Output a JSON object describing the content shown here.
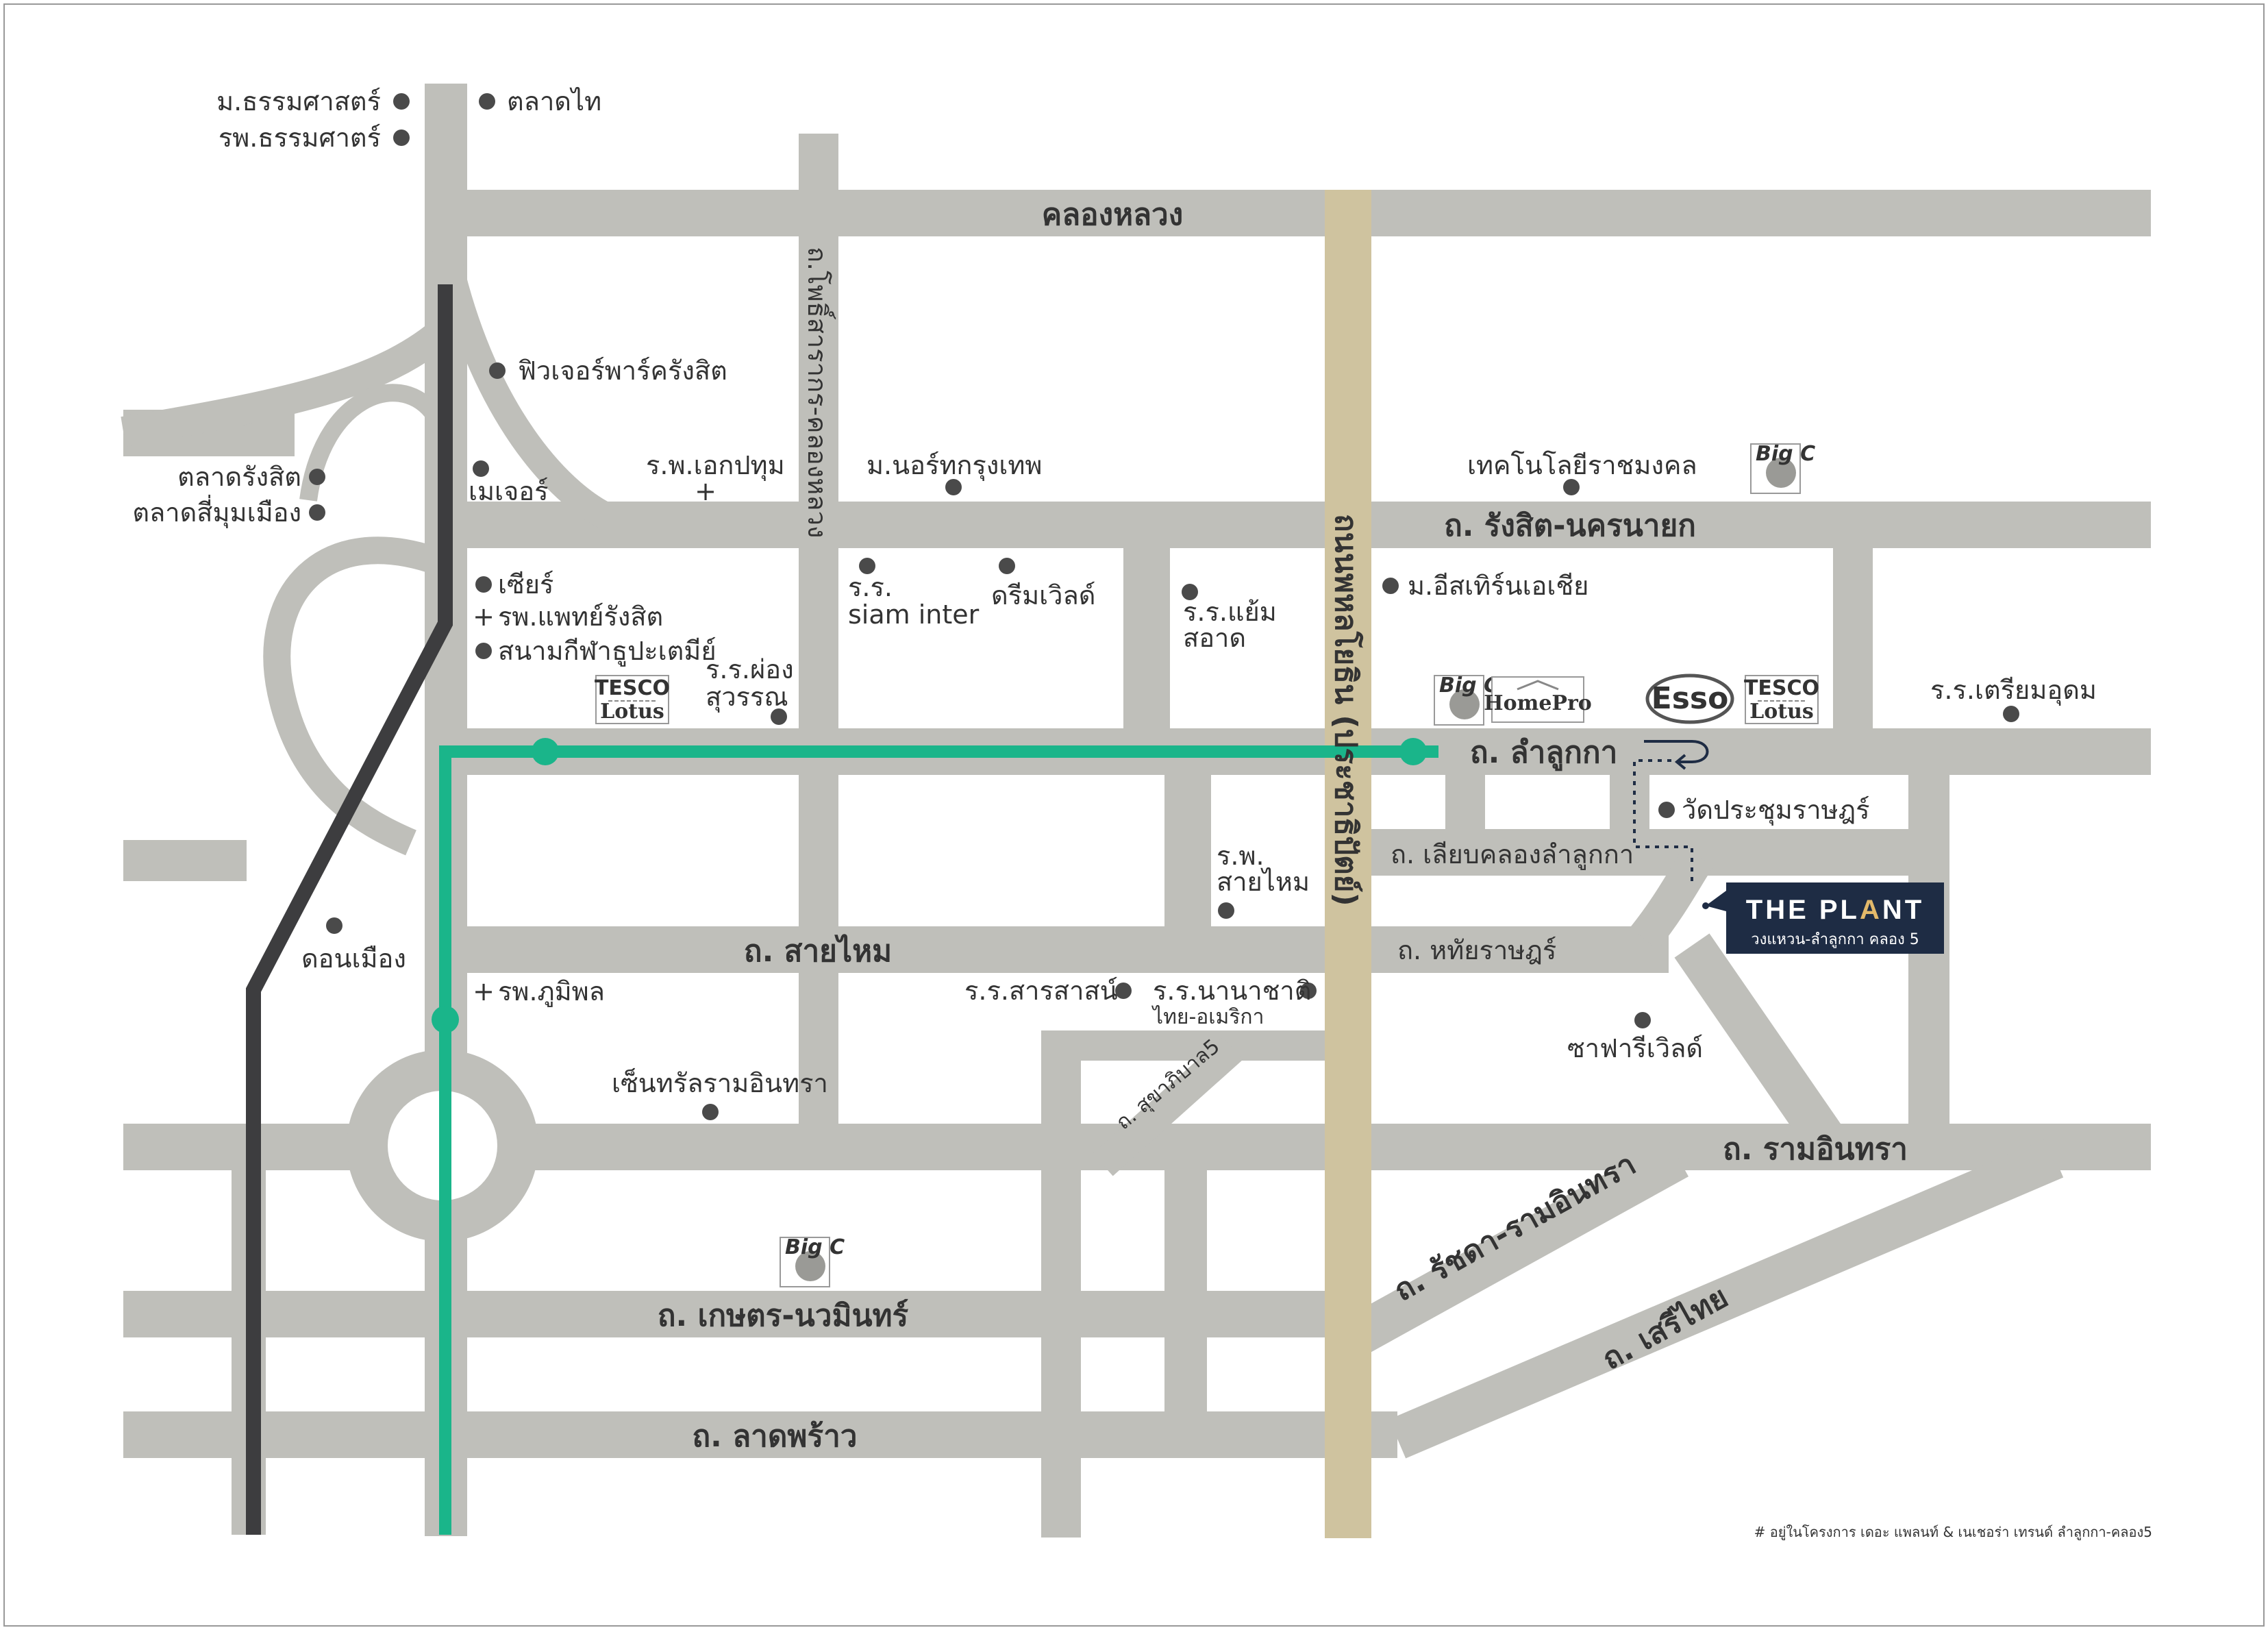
{
  "roads": {
    "klong_luang": "คลองหลวง",
    "phahonyothin": "ถนนพหลโยธิน (ประชาธิปัตย์)",
    "rangsit_nakhon_nayok": "ถ. รังสิต-นครนายก",
    "lam_luk_ka": "ถ. ลำลูกกา",
    "sai_mai": "ถ. สายไหม",
    "ram_inthra": "ถ. รามอินทรา",
    "kaset_nawamin": "ถ. เกษตร-นวมินทร์",
    "lat_phrao": "ถ. ลาดพร้าว",
    "ratchada_ram_inthra": "ถ. รัชดา-รามอินทรา",
    "seri_thai": "ถ. เสรีไทย",
    "liap_khlong_lam_luk_ka": "ถ. เลียบคลองลำลูกกา",
    "hathai_rat": "ถ. หทัยราษฎร์",
    "sukhaphiban5": "ถ. สุขาภิบาล5",
    "phot_sarakon": "ถ.โพธิ์สารากร-คลองหลวง"
  },
  "places": {
    "thammasat_u": "ม.ธรรมศาสตร์",
    "thammasat_hosp": "รพ.ธรรมศาตร์",
    "talad_thai": "ตลาดไท",
    "future_park": "ฟิวเจอร์พาร์ครังสิต",
    "talad_rangsit": "ตลาดรังสิต",
    "talad_si_mum_mueang": "ตลาดสี่มุมเมือง",
    "major": "เมเจอร์",
    "ekpatum_hosp": "ร.พ.เอกปทุม",
    "north_bangkok_u": "ม.นอร์ทกรุงเทพ",
    "rmut": "เทคโนโลยีราชมงคล",
    "sear": "เซียร์",
    "phaet_rangsit": "รพ.แพทย์รังสิต",
    "stadium": "สนามกีฬาธูปะเตมีย์",
    "siam_inter_1": "ร.ร.",
    "siam_inter_2": "siam inter",
    "dream_world": "ดรีมเวิลด์",
    "yaem_sa_at_1": "ร.ร.แย้ม",
    "yaem_sa_at_2": "สอาด",
    "eastern_asia": "ม.อีสเทิร์นเอเชีย",
    "phong_suwan_1": "ร.ร.ผ่อง",
    "phong_suwan_2": "สุวรรณ",
    "triam_udom": "ร.ร.เตรียมอุดม",
    "wat_prachum": "วัดประชุมราษฎร์",
    "sai_mai_hosp_1": "ร.พ.",
    "sai_mai_hosp_2": "สายไหม",
    "don_mueang": "ดอนเมือง",
    "bhumibol_hosp": "รพ.ภูมิพล",
    "sarasas": "ร.ร.สารสาสน์",
    "nanachat_1": "ร.ร.นานาชาติ",
    "nanachat_2": "ไทย-อเมริกา",
    "central_ram_inthra": "เซ็นทรัลรามอินทรา",
    "safari_world": "ซาฟารีเวิลด์"
  },
  "logos": {
    "big_c": "Big C",
    "homepro": "HomePro",
    "esso": "Esso",
    "tesco_top": "TESCO",
    "tesco_bottom": "Lotus"
  },
  "project": {
    "name_part1": "THE PL",
    "name_accent": "A",
    "name_part2": "NT",
    "subtitle": "วงแหวน-ลำลูกกา คลอง 5"
  },
  "footnote": "# อยู่ในโครงการ เดอะ แพลนท์ & เนเชอร่า เทรนด์ ลำลูกกา-คลอง5",
  "colors": {
    "road": "#bfbfba",
    "highway": "#cfc39f",
    "rail_dark": "#3d3d3f",
    "rail_green": "#1ab58a",
    "project_bg": "#1e2c44"
  }
}
